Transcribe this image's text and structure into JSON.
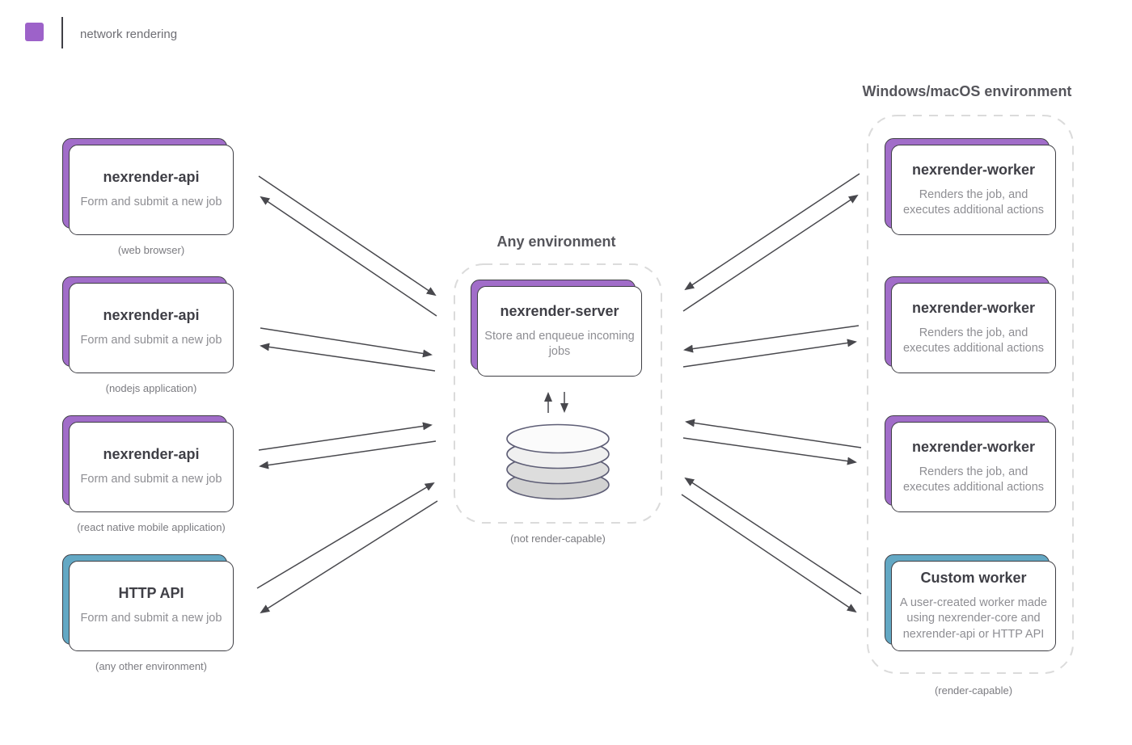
{
  "brand": {
    "title": "network rendering",
    "logo_color": "#9D62C9",
    "logo_icon": "brand-square-icon"
  },
  "colors": {
    "purple": "#A16DC9",
    "teal": "#63A8C4",
    "arrow": "#48484D",
    "card_border": "#3E3E44",
    "dashed_border": "#DBDBDB",
    "title_text": "#3F3F46",
    "subtitle_text": "#8E8E93",
    "caption_text": "#7B7B80",
    "heading_text": "#55555B",
    "cylinder_stroke": "#5E5E76"
  },
  "groups": {
    "center": {
      "heading": "Any environment",
      "caption": "(not render-capable)"
    },
    "right": {
      "heading": "Windows/macOS environment",
      "caption": "(render-capable)"
    }
  },
  "cards": {
    "left": [
      {
        "title": "nexrender-api",
        "subtitle": "Form and submit a new job",
        "caption": "(web browser)",
        "accent": "purple"
      },
      {
        "title": "nexrender-api",
        "subtitle": "Form and submit a new job",
        "caption": "(nodejs application)",
        "accent": "purple"
      },
      {
        "title": "nexrender-api",
        "subtitle": "Form and submit a new job",
        "caption": "(react native mobile application)",
        "accent": "purple"
      },
      {
        "title": "HTTP API",
        "subtitle": "Form and submit a new job",
        "caption": "(any other environment)",
        "accent": "teal"
      }
    ],
    "server": {
      "title": "nexrender-server",
      "subtitle": "Store and enqueue incoming jobs",
      "accent": "purple"
    },
    "right": [
      {
        "title": "nexrender-worker",
        "subtitle": "Renders the job, and executes additional actions",
        "accent": "purple"
      },
      {
        "title": "nexrender-worker",
        "subtitle": "Renders the job, and executes additional actions",
        "accent": "purple"
      },
      {
        "title": "nexrender-worker",
        "subtitle": "Renders the job, and executes additional actions",
        "accent": "purple"
      },
      {
        "title": "Custom worker",
        "subtitle": "A user-created worker made using nexrender-core and nexrender-api or HTTP API",
        "accent": "teal"
      }
    ]
  },
  "icons": {
    "database": "database-cylinder-icon",
    "enqueue": "up-arrow-icon",
    "dequeue": "down-arrow-icon"
  }
}
